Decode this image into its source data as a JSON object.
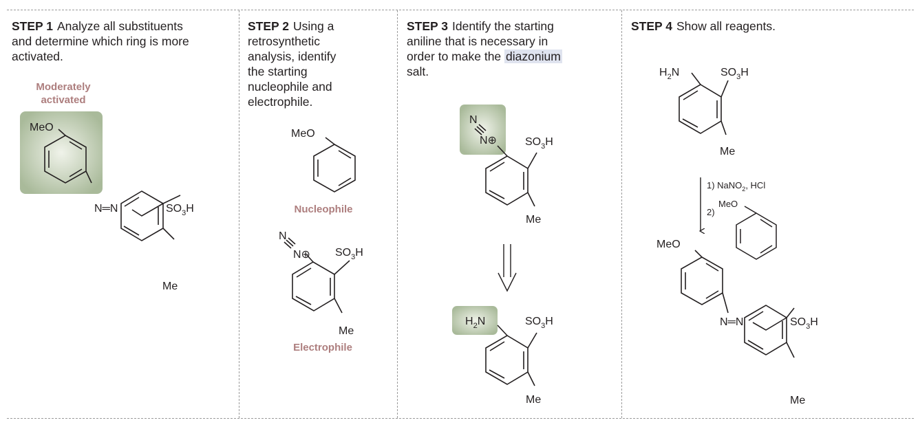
{
  "steps": [
    {
      "label": "STEP 1",
      "text_lines": [
        "Analyze all substituents",
        "and determine which ring is more",
        "activated."
      ],
      "annotation_line1": "Moderately",
      "annotation_line2": "activated"
    },
    {
      "label": "STEP 2",
      "text_lines": [
        "Using a",
        "retrosynthetic",
        "analysis, identify",
        "the starting",
        "nucleophile and",
        "electrophile."
      ],
      "nucleophile_label": "Nucleophile",
      "electrophile_label": "Electrophile"
    },
    {
      "label": "STEP 3",
      "text_lines_before": [
        "Identify the starting",
        "aniline that is necessary in",
        "order to make the "
      ],
      "highlight_word": "diazonium",
      "text_after": "salt."
    },
    {
      "label": "STEP 4",
      "text_lines": [
        "Show all reagents."
      ],
      "reagent_1": "1) NaNO",
      "reagent_1_sub": "2",
      "reagent_1_rest": ", HCl",
      "reagent_2": "2)"
    }
  ],
  "groups": {
    "meo": "MeO",
    "me": "Me",
    "so3h_main": "SO",
    "so3h_sub": "3",
    "so3h_end": "H",
    "h2n_h": "H",
    "h2n_sub": "2",
    "h2n_n": "N",
    "azo": "N═N",
    "n": "N",
    "n_plus": "N⊕"
  },
  "colors": {
    "highlight_box": "#a9ba9a",
    "role_label": "#ad7e7e",
    "diazonium_highlight": "#dfe3ef"
  }
}
